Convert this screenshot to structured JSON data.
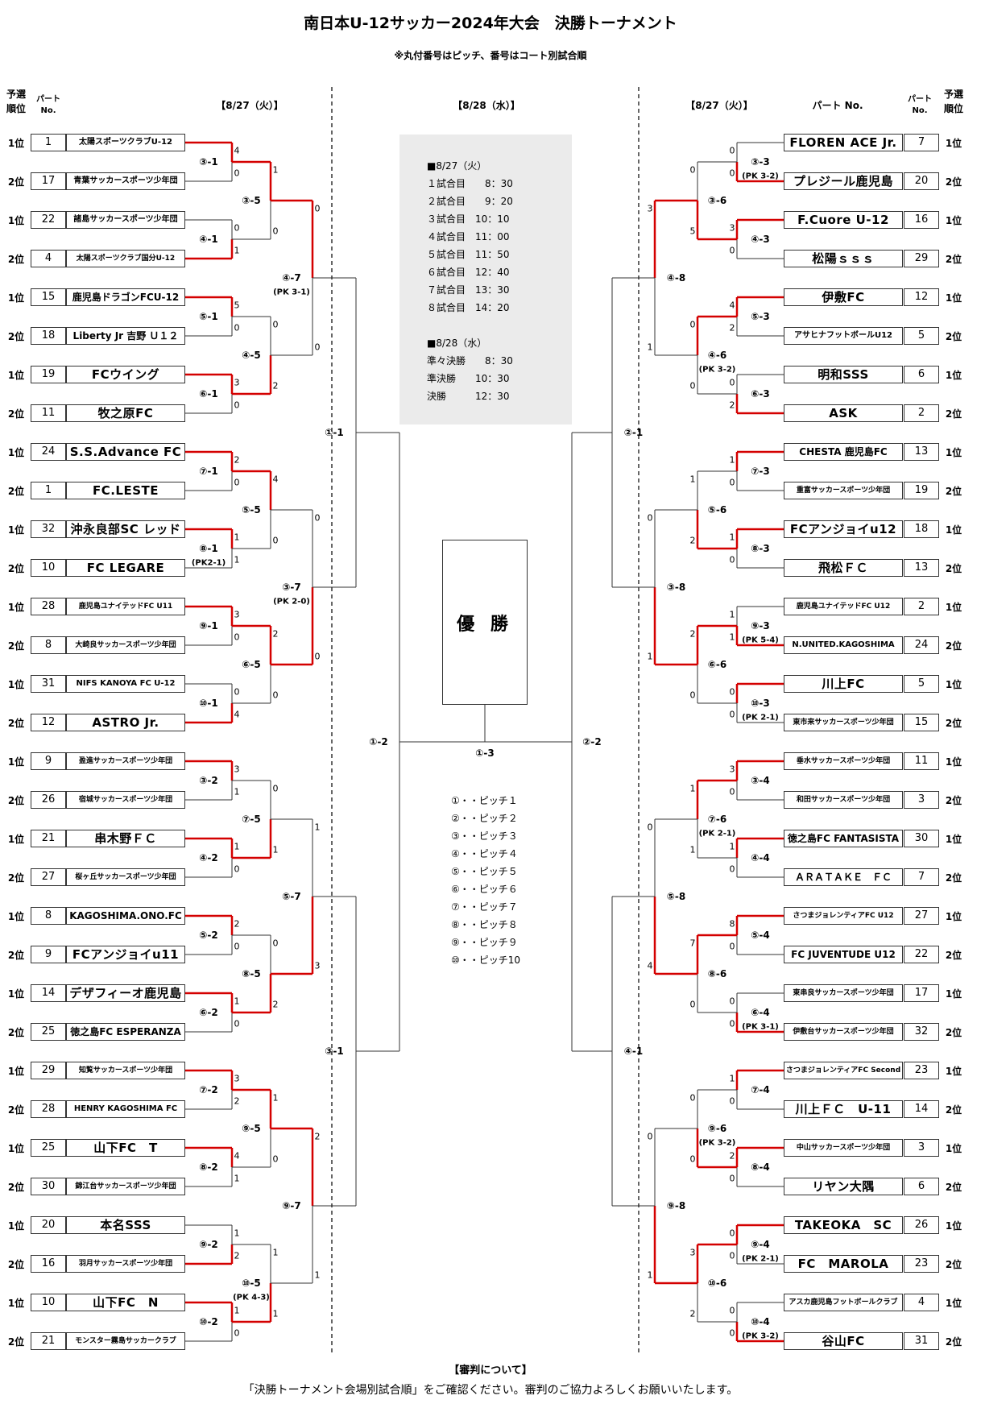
{
  "title": "南日本U-12サッカー2024年大会　決勝トーナメント",
  "note": "※丸付番号はピッチ、番号はコート別試合順",
  "headers": {
    "rank": "予選\n順位",
    "part": "パート\nNo.",
    "date_left": "【8/27（火）】",
    "date_center": "【8/28（水）】",
    "date_right": "【8/27（火）】",
    "part_right": "パート No.",
    "no_right": "パート\nNo.",
    "rank_right": "予選\n順位"
  },
  "schedule": [
    "■8/27（火）",
    "１試合目　　8：30",
    "２試合目　　9：20",
    "３試合目　10：10",
    "４試合目　11：00",
    "５試合目　11：50",
    "６試合目　12：40",
    "７試合目　13：30",
    "８試合目　14：20",
    "",
    "■8/28（水）",
    "準々決勝　　8：30",
    "準決勝　　10：30",
    "決勝　　　12：30"
  ],
  "winner": "優 勝",
  "pitches": [
    "①・・ピッチ１",
    "②・・ピッチ２",
    "③・・ピッチ３",
    "④・・ピッチ４",
    "⑤・・ピッチ５",
    "⑥・・ピッチ６",
    "⑦・・ピッチ７",
    "⑧・・ピッチ８",
    "⑨・・ピッチ９",
    "⑩・・ピッチ10"
  ],
  "left_teams": [
    {
      "rank": "1位",
      "no": "1",
      "name": "太陽スポーツクラブU-12",
      "sz": "s"
    },
    {
      "rank": "2位",
      "no": "17",
      "name": "青葉サッカースポーツ少年団",
      "sz": "s"
    },
    {
      "rank": "1位",
      "no": "22",
      "name": "諸島サッカースポーツ少年団",
      "sz": "s"
    },
    {
      "rank": "2位",
      "no": "4",
      "name": "太陽スポーツクラブ国分U-12",
      "sz": "xs"
    },
    {
      "rank": "1位",
      "no": "15",
      "name": "鹿児島ドラゴンFCU-12",
      "sz": "m"
    },
    {
      "rank": "2位",
      "no": "18",
      "name": "Liberty Jr 吉野 Ｕ１２",
      "sz": "m"
    },
    {
      "rank": "1位",
      "no": "19",
      "name": "FCウイング",
      "sz": "l"
    },
    {
      "rank": "2位",
      "no": "11",
      "name": "牧之原FC",
      "sz": "l"
    },
    {
      "rank": "1位",
      "no": "24",
      "name": "S.S.Advance FC",
      "sz": "l"
    },
    {
      "rank": "2位",
      "no": "1",
      "name": "FC.LESTE",
      "sz": "l"
    },
    {
      "rank": "1位",
      "no": "32",
      "name": "沖永良部SC レッド",
      "sz": "l"
    },
    {
      "rank": "2位",
      "no": "10",
      "name": "FC LEGARE",
      "sz": "l"
    },
    {
      "rank": "1位",
      "no": "28",
      "name": "鹿児島ユナイテッドFC U11",
      "sz": "xs"
    },
    {
      "rank": "2位",
      "no": "8",
      "name": "大崎良サッカースポーツ少年団",
      "sz": "xs"
    },
    {
      "rank": "1位",
      "no": "31",
      "name": "NIFS KANOYA FC U-12",
      "sz": "s"
    },
    {
      "rank": "2位",
      "no": "12",
      "name": "ASTRO Jr.",
      "sz": "l"
    },
    {
      "rank": "1位",
      "no": "9",
      "name": "盈進サッカースポーツ少年団",
      "sz": "xs"
    },
    {
      "rank": "2位",
      "no": "26",
      "name": "宿城サッカースポーツ少年団",
      "sz": "xs"
    },
    {
      "rank": "1位",
      "no": "21",
      "name": "串木野ＦＣ",
      "sz": "l"
    },
    {
      "rank": "2位",
      "no": "27",
      "name": "桜ヶ丘サッカースポーツ少年団",
      "sz": "xs"
    },
    {
      "rank": "1位",
      "no": "8",
      "name": "KAGOSHIMA.ONO.FC",
      "sz": "m"
    },
    {
      "rank": "2位",
      "no": "9",
      "name": "FCアンジョイu11",
      "sz": "l"
    },
    {
      "rank": "1位",
      "no": "14",
      "name": "デザフィーオ鹿児島",
      "sz": "l"
    },
    {
      "rank": "2位",
      "no": "25",
      "name": "徳之島FC ESPERANZA",
      "sz": "m"
    },
    {
      "rank": "1位",
      "no": "29",
      "name": "知覧サッカースポーツ少年団",
      "sz": "xs"
    },
    {
      "rank": "2位",
      "no": "28",
      "name": "HENRY KAGOSHIMA FC",
      "sz": "s"
    },
    {
      "rank": "1位",
      "no": "25",
      "name": "山下FC　T",
      "sz": "l"
    },
    {
      "rank": "2位",
      "no": "30",
      "name": "錦江台サッカースポーツ少年団",
      "sz": "xs"
    },
    {
      "rank": "1位",
      "no": "20",
      "name": "本名SSS",
      "sz": "l"
    },
    {
      "rank": "2位",
      "no": "16",
      "name": "羽月サッカースポーツ少年団",
      "sz": "xs"
    },
    {
      "rank": "1位",
      "no": "10",
      "name": "山下FC　N",
      "sz": "l"
    },
    {
      "rank": "2位",
      "no": "21",
      "name": "モンスター霧島サッカークラブ",
      "sz": "xs"
    }
  ],
  "right_teams": [
    {
      "rank": "1位",
      "no": "7",
      "name": "FLOREN ACE Jr.",
      "sz": "l"
    },
    {
      "rank": "2位",
      "no": "20",
      "name": "プレジール鹿児島",
      "sz": "l"
    },
    {
      "rank": "1位",
      "no": "16",
      "name": "F.Cuore U-12",
      "sz": "l"
    },
    {
      "rank": "2位",
      "no": "29",
      "name": "松陽ｓｓｓ",
      "sz": "l"
    },
    {
      "rank": "1位",
      "no": "12",
      "name": "伊敷FC",
      "sz": "l"
    },
    {
      "rank": "2位",
      "no": "5",
      "name": "アサヒナフットボールU12",
      "sz": "s"
    },
    {
      "rank": "1位",
      "no": "6",
      "name": "明和SSS",
      "sz": "l"
    },
    {
      "rank": "2位",
      "no": "2",
      "name": "ASK",
      "sz": "l"
    },
    {
      "rank": "1位",
      "no": "13",
      "name": "CHESTA 鹿児島FC",
      "sz": "m"
    },
    {
      "rank": "2位",
      "no": "19",
      "name": "重富サッカースポーツ少年団",
      "sz": "xs"
    },
    {
      "rank": "1位",
      "no": "18",
      "name": "FCアンジョイu12",
      "sz": "l"
    },
    {
      "rank": "2位",
      "no": "13",
      "name": "飛松ＦＣ",
      "sz": "l"
    },
    {
      "rank": "1位",
      "no": "2",
      "name": "鹿児島ユナイテッドFC U12",
      "sz": "xs"
    },
    {
      "rank": "2位",
      "no": "24",
      "name": "N.UNITED.KAGOSHIMA",
      "sz": "s"
    },
    {
      "rank": "1位",
      "no": "5",
      "name": "川上FC",
      "sz": "l"
    },
    {
      "rank": "2位",
      "no": "15",
      "name": "東市来サッカースポーツ少年団",
      "sz": "xs"
    },
    {
      "rank": "1位",
      "no": "11",
      "name": "垂水サッカースポーツ少年団",
      "sz": "xs"
    },
    {
      "rank": "2位",
      "no": "3",
      "name": "和田サッカースポーツ少年団",
      "sz": "xs"
    },
    {
      "rank": "1位",
      "no": "30",
      "name": "徳之島FC FANTASISTA",
      "sz": "m"
    },
    {
      "rank": "2位",
      "no": "7",
      "name": "ＡＲＡＴＡＫＥ　ＦＣ",
      "sz": "m"
    },
    {
      "rank": "1位",
      "no": "27",
      "name": "さつまジョレンティアFC U12",
      "sz": "xs"
    },
    {
      "rank": "2位",
      "no": "22",
      "name": "FC JUVENTUDE U12",
      "sz": "m"
    },
    {
      "rank": "1位",
      "no": "17",
      "name": "東串良サッカースポーツ少年団",
      "sz": "xs"
    },
    {
      "rank": "2位",
      "no": "32",
      "name": "伊敷台サッカースポーツ少年団",
      "sz": "xs"
    },
    {
      "rank": "1位",
      "no": "23",
      "name": "さつまジョレンティアFC Second",
      "sz": "xs"
    },
    {
      "rank": "2位",
      "no": "14",
      "name": "川上ＦＣ　U-11",
      "sz": "l"
    },
    {
      "rank": "1位",
      "no": "3",
      "name": "中山サッカースポーツ少年団",
      "sz": "xs"
    },
    {
      "rank": "2位",
      "no": "6",
      "name": "リヤン大隅",
      "sz": "l"
    },
    {
      "rank": "1位",
      "no": "26",
      "name": "TAKEOKA　SC",
      "sz": "l"
    },
    {
      "rank": "2位",
      "no": "23",
      "name": "FC　MAROLA",
      "sz": "l"
    },
    {
      "rank": "1位",
      "no": "4",
      "name": "アスカ鹿児島フットボールクラブ",
      "sz": "xs"
    },
    {
      "rank": "2位",
      "no": "31",
      "name": "谷山FC",
      "sz": "l"
    }
  ],
  "left_r1": [
    {
      "label": "③-1",
      "s": [
        "4",
        "0"
      ],
      "w": 0
    },
    {
      "label": "④-1",
      "s": [
        "0",
        "1"
      ],
      "w": 1
    },
    {
      "label": "⑤-1",
      "s": [
        "5",
        "0"
      ],
      "w": 0
    },
    {
      "label": "⑥-1",
      "s": [
        "3",
        "0"
      ],
      "w": 0
    },
    {
      "label": "⑦-1",
      "s": [
        "2",
        "0"
      ],
      "w": 0
    },
    {
      "label": "⑧-1",
      "s": [
        "1",
        "1"
      ],
      "w": 0,
      "pk": "(PK2-1)"
    },
    {
      "label": "⑨-1",
      "s": [
        "3",
        "0"
      ],
      "w": 0
    },
    {
      "label": "⑩-1",
      "s": [
        "0",
        "4"
      ],
      "w": 1
    },
    {
      "label": "③-2",
      "s": [
        "3",
        "1"
      ],
      "w": 0
    },
    {
      "label": "④-2",
      "s": [
        "1",
        "0"
      ],
      "w": 0
    },
    {
      "label": "⑤-2",
      "s": [
        "2",
        "0"
      ],
      "w": 0
    },
    {
      "label": "⑥-2",
      "s": [
        "1",
        "0"
      ],
      "w": 0
    },
    {
      "label": "⑦-2",
      "s": [
        "3",
        "2"
      ],
      "w": 0
    },
    {
      "label": "⑧-2",
      "s": [
        "4",
        "1"
      ],
      "w": 0
    },
    {
      "label": "⑨-2",
      "s": [
        "1",
        "2"
      ],
      "w": 1
    },
    {
      "label": "⑩-2",
      "s": [
        "1",
        "0"
      ],
      "w": 0
    }
  ],
  "left_r2": [
    {
      "label": "③-5",
      "s": [
        "1",
        "0"
      ],
      "w": 0
    },
    {
      "label": "④-5",
      "s": [
        "0",
        "2"
      ],
      "w": 1
    },
    {
      "label": "⑤-5",
      "s": [
        "4",
        "0"
      ],
      "w": 0
    },
    {
      "label": "⑥-5",
      "s": [
        "2",
        "0"
      ],
      "w": 0
    },
    {
      "label": "⑦-5",
      "s": [
        "0",
        "1"
      ],
      "w": 1
    },
    {
      "label": "⑧-5",
      "s": [
        "0",
        "2"
      ],
      "w": 1
    },
    {
      "label": "⑨-5",
      "s": [
        "1",
        "0"
      ],
      "w": 0
    },
    {
      "label": "⑩-5",
      "s": [
        "1",
        "1"
      ],
      "w": 1,
      "pk": "(PK 4-3)"
    }
  ],
  "left_r3": [
    {
      "label": "④-7",
      "s": [
        "0",
        "0"
      ],
      "w": 0,
      "pk": "(PK 3-1)"
    },
    {
      "label": "③-7",
      "s": [
        "0",
        "0"
      ],
      "w": 1,
      "pk": "(PK 2-0)"
    },
    {
      "label": "⑤-7",
      "s": [
        "1",
        "3"
      ],
      "w": 1
    },
    {
      "label": "⑨-7",
      "s": [
        "2",
        "1"
      ],
      "w": 0
    }
  ],
  "left_r4": [
    {
      "label": "①-1"
    },
    {
      "label": "③-1"
    }
  ],
  "right_r1": [
    {
      "label": "③-3",
      "s": [
        "0",
        "0"
      ],
      "w": 1,
      "pk": "(PK 3-2)"
    },
    {
      "label": "④-3",
      "s": [
        "3",
        "0"
      ],
      "w": 0
    },
    {
      "label": "⑤-3",
      "s": [
        "4",
        "2"
      ],
      "w": 0
    },
    {
      "label": "⑥-3",
      "s": [
        "0",
        "2"
      ],
      "w": 1
    },
    {
      "label": "⑦-3",
      "s": [
        "1",
        "0"
      ],
      "w": 0
    },
    {
      "label": "⑧-3",
      "s": [
        "1",
        "0"
      ],
      "w": 0
    },
    {
      "label": "⑨-3",
      "s": [
        "1",
        "1"
      ],
      "w": 1,
      "pk": "(PK 5-4)"
    },
    {
      "label": "⑩-3",
      "s": [
        "0",
        "0"
      ],
      "w": 0,
      "pk": "(PK 2-1)"
    },
    {
      "label": "③-4",
      "s": [
        "3",
        "0"
      ],
      "w": 0
    },
    {
      "label": "④-4",
      "s": [
        "1",
        "0"
      ],
      "w": 0
    },
    {
      "label": "⑤-4",
      "s": [
        "8",
        "0"
      ],
      "w": 0
    },
    {
      "label": "⑥-4",
      "s": [
        "0",
        "0"
      ],
      "w": 1,
      "pk": "(PK 3-1)"
    },
    {
      "label": "⑦-4",
      "s": [
        "1",
        "0"
      ],
      "w": 0
    },
    {
      "label": "⑧-4",
      "s": [
        "2",
        "0"
      ],
      "w": 0
    },
    {
      "label": "⑨-4",
      "s": [
        "0",
        "0"
      ],
      "w": 0,
      "pk": "(PK 2-1)"
    },
    {
      "label": "⑩-4",
      "s": [
        "0",
        "0"
      ],
      "w": 1,
      "pk": "(PK 3-2)"
    }
  ],
  "right_r2": [
    {
      "label": "③-6",
      "s": [
        "0",
        "5"
      ],
      "w": 1
    },
    {
      "label": "④-6",
      "s": [
        "0",
        "0"
      ],
      "w": 0,
      "pk": "(PK 3-2)"
    },
    {
      "label": "⑤-6",
      "s": [
        "1",
        "2"
      ],
      "w": 1
    },
    {
      "label": "⑥-6",
      "s": [
        "2",
        "0"
      ],
      "w": 0
    },
    {
      "label": "⑦-6",
      "s": [
        "1",
        "1"
      ],
      "w": 0,
      "pk": "(PK 2-1)"
    },
    {
      "label": "⑧-6",
      "s": [
        "7",
        "0"
      ],
      "w": 0
    },
    {
      "label": "⑨-6",
      "s": [
        "0",
        "0"
      ],
      "w": 1,
      "pk": "(PK 3-2)"
    },
    {
      "label": "⑩-6",
      "s": [
        "3",
        "2"
      ],
      "w": 0
    }
  ],
  "right_r3": [
    {
      "label": "④-8",
      "s": [
        "3",
        "1"
      ],
      "w": 0
    },
    {
      "label": "③-8",
      "s": [
        "0",
        "1"
      ],
      "w": 1
    },
    {
      "label": "⑤-8",
      "s": [
        "0",
        "4"
      ],
      "w": 1
    },
    {
      "label": "⑨-8",
      "s": [
        "0",
        "1"
      ],
      "w": 1
    }
  ],
  "right_r4": [
    {
      "label": "②-1"
    },
    {
      "label": "④-1"
    }
  ],
  "semis": {
    "left": "①-2",
    "right": "②-2"
  },
  "final": "①-3",
  "referee": {
    "title": "【審判について】",
    "text": "「決勝トーナメント会場別試合順」をご確認ください。審判のご協力よろしくお願いいたします。"
  },
  "colors": {
    "win": "#d40000",
    "line": "#333333"
  }
}
